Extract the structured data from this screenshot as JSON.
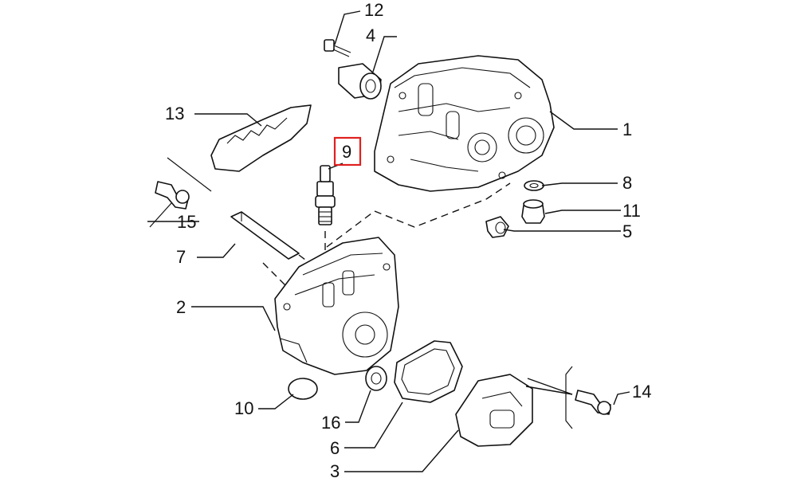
{
  "callouts": {
    "c1": "1",
    "c2": "2",
    "c3": "3",
    "c4": "4",
    "c5": "5",
    "c6": "6",
    "c7": "7",
    "c8": "8",
    "c9": "9",
    "c10": "10",
    "c11": "11",
    "c12": "12",
    "c13": "13",
    "c14": "14",
    "c15": "15",
    "c16": "16"
  },
  "highlight": {
    "part": "9",
    "color": "#e02020"
  }
}
